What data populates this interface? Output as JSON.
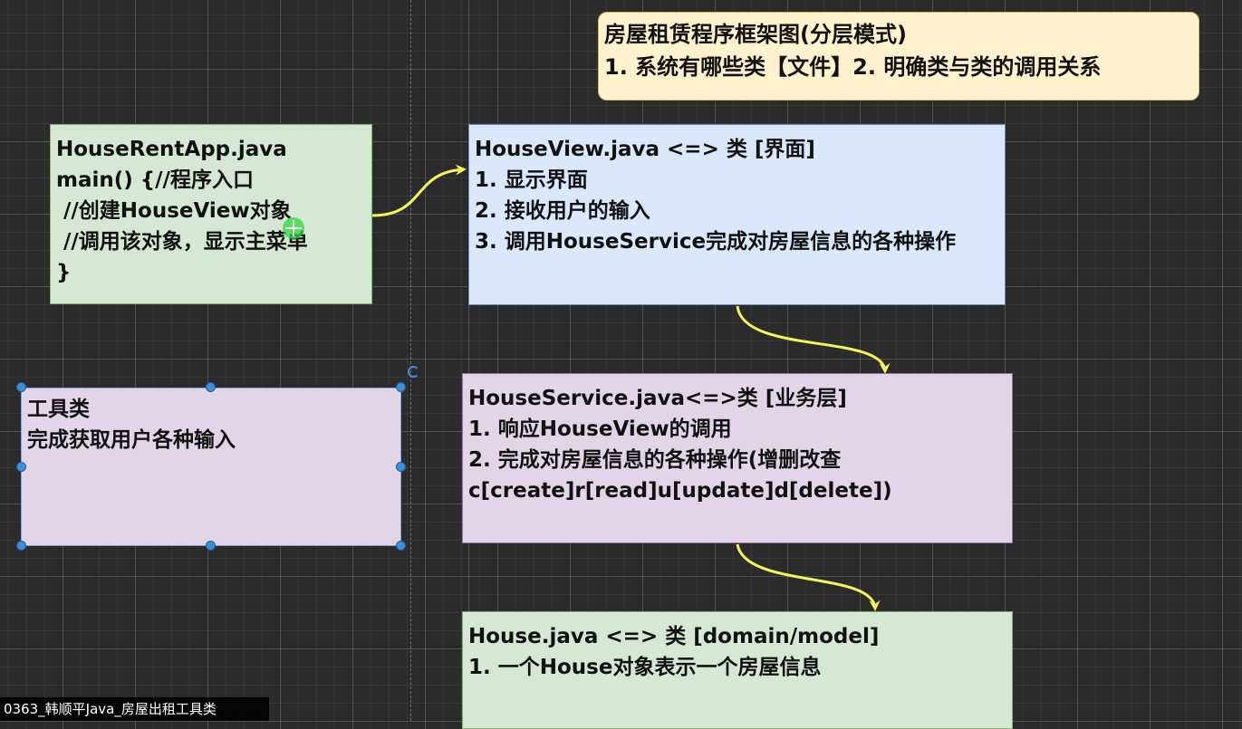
{
  "title_note": {
    "lines": [
      "房屋租赁程序框架图(分层模式)",
      "1. 系统有哪些类【文件】2. 明确类与类的调用关系"
    ]
  },
  "app_box": {
    "lines": [
      "HouseRentApp.java",
      "main() {//程序入口",
      " //创建HouseView对象",
      " //调用该对象，显示主菜单",
      "}"
    ]
  },
  "view_box": {
    "lines": [
      "HouseView.java <=> 类 [界面]",
      "1. 显示界面",
      "2. 接收用户的输入",
      "3. 调用HouseService完成对房屋信息的各种操作"
    ]
  },
  "service_box": {
    "lines": [
      "HouseService.java<=>类 [业务层]",
      "1. 响应HouseView的调用",
      "2. 完成对房屋信息的各种操作(增删改查",
      "c[create]r[read]u[update]d[delete])"
    ]
  },
  "house_box": {
    "lines": [
      "House.java <=> 类 [domain/model]",
      "1. 一个House对象表示一个房屋信息"
    ]
  },
  "tool_box": {
    "lines": [
      "工具类",
      "完成获取用户各种输入"
    ]
  },
  "caption": "0363_韩顺平Java_房屋出租工具类",
  "colors": {
    "arrow": "#f5f55a",
    "green_fill": "#d5e8d4",
    "blue_fill": "#dae8fc",
    "purple_fill": "#e1d5e7",
    "note_fill": "#fff2cc",
    "selection_handle": "#3d8fd9"
  }
}
